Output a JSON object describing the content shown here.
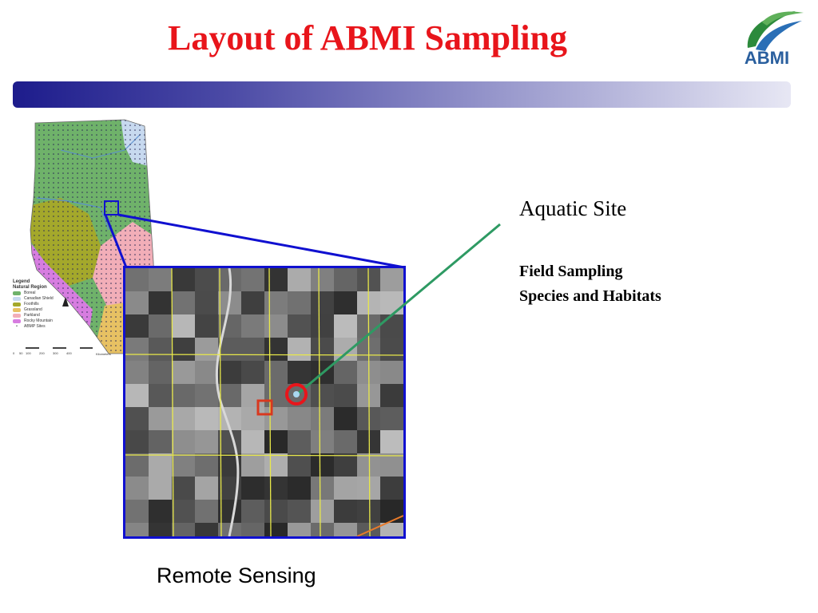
{
  "slide": {
    "title": "Layout of ABMI Sampling"
  },
  "logo": {
    "text": "ABMI",
    "icon": "leaf-swoosh-logo"
  },
  "map": {
    "legend_title": "Legend",
    "legend_subtitle": "Natural Region",
    "legend_items": [
      {
        "label": "Boreal",
        "color": "#6fb26a"
      },
      {
        "label": "Canadian Shield",
        "color": "#c7d9ef"
      },
      {
        "label": "Foothills",
        "color": "#a4a82b"
      },
      {
        "label": "Grassland",
        "color": "#e7c163"
      },
      {
        "label": "Parkland",
        "color": "#f2aeb8"
      },
      {
        "label": "Rocky Mountain",
        "color": "#d77de0"
      }
    ],
    "sites_label": "ABMP Sites",
    "north_label": "N",
    "scale_labels": [
      "0",
      "50",
      "100",
      "200",
      "300",
      "400"
    ],
    "scale_unit": "Kilometers"
  },
  "aquatic": {
    "title": "Aquatic Site",
    "line1": "Field Sampling",
    "line2": "Species and Habitats"
  },
  "caption": "Remote Sensing",
  "colors": {
    "title": "#e8151b",
    "frame": "#1010d0",
    "connector": "#2e9a63",
    "site_circle": "#e8151b",
    "plot_square": "#d9381e",
    "grid": "#e8e84a"
  }
}
